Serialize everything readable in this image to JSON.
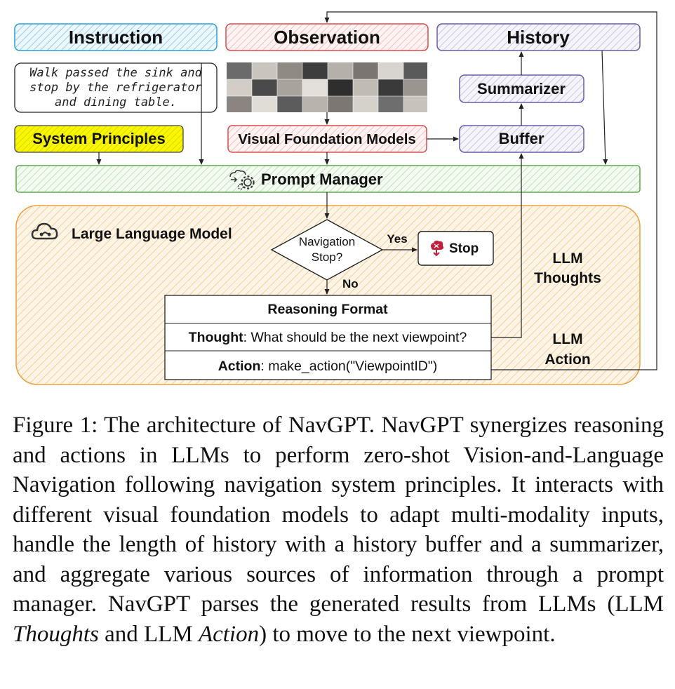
{
  "diagram": {
    "instruction_title": "Instruction",
    "instruction_text": [
      "Walk passed the sink and",
      "stop by the refrigerator",
      "and dining table."
    ],
    "observation_title": "Observation",
    "history_title": "History",
    "summarizer": "Summarizer",
    "buffer": "Buffer",
    "system_principles": "System Principles",
    "visual_foundation_models": "Visual Foundation Models",
    "prompt_manager": "Prompt Manager",
    "llm_title": "Large Language Model",
    "decision": [
      "Navigation",
      "Stop?"
    ],
    "yes": "Yes",
    "no": "No",
    "stop": "Stop",
    "llm_thoughts": [
      "LLM",
      "Thoughts"
    ],
    "llm_action": [
      "LLM",
      "Action"
    ],
    "reasoning_format": "Reasoning Format",
    "thought_key": "Thought",
    "thought_text": ": What should be the next viewpoint?",
    "action_key": "Action",
    "action_text": ": make_action(\"ViewpointID\")"
  },
  "caption": {
    "lead": "Figure 1: The architecture of NavGPT. NavGPT synergizes reasoning and actions in LLMs to perform zero-shot Vision-and-Language Navigation following navigation system principles. It interacts with different visual foundation models to adapt multi-modality inputs, handle the length of history with a history buffer and a summarizer, and aggregate various sources of information through a prompt manager. NavGPT parses the generated results from LLMs (LLM ",
    "thoughts": "Thoughts",
    "mid": " and LLM ",
    "action": "Action",
    "tail": ") to move to the next viewpoint."
  },
  "colors": {
    "instruction": "#2a9fd6",
    "observation": "#d94c4c",
    "history": "#6a5ca8",
    "system_principles": "#e8e800",
    "prompt_manager": "#5fa84e",
    "llm_region": "#e8a040",
    "stop": "#c0203a"
  }
}
